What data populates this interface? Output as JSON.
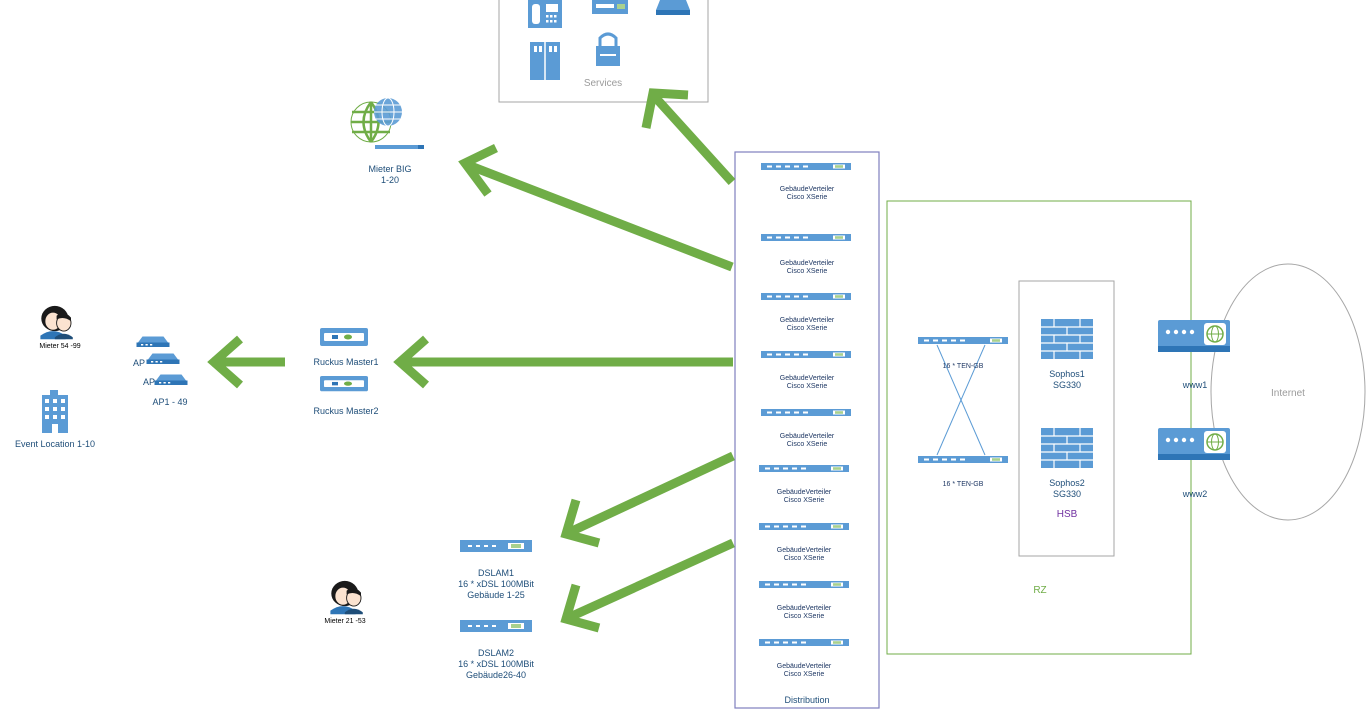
{
  "services": {
    "label": "Services"
  },
  "mieter_big": {
    "line1": "Mieter BIG",
    "line2": "1-20"
  },
  "mieter_54": {
    "label": "Mieter 54 -99"
  },
  "mieter_21": {
    "label": "Mieter 21 -53"
  },
  "event_location": {
    "label": "Event Location 1-10"
  },
  "aps": {
    "ap_a": "AP",
    "ap_b": "AP",
    "range": "AP1 - 49"
  },
  "ruckus": {
    "master1": "Ruckus Master1",
    "master2": "Ruckus Master2"
  },
  "dslam1": {
    "line1": "DSLAM1",
    "line2": "16 * xDSL 100MBit",
    "line3": "Gebäude 1-25"
  },
  "dslam2": {
    "line1": "DSLAM2",
    "line2": "16 * xDSL 100MBit",
    "line3": "Gebäude26-40"
  },
  "distribution": {
    "label": "Distribution",
    "switches": [
      {
        "line1": "GebäudeVerteiler",
        "line2": "Cisco XSerie"
      },
      {
        "line1": "GebäudeVerteiler",
        "line2": "Cisco XSerie"
      },
      {
        "line1": "GebäudeVerteiler",
        "line2": "Cisco XSerie"
      },
      {
        "line1": "GebäudeVerteiler",
        "line2": "Cisco XSerie"
      },
      {
        "line1": "GebäudeVerteiler",
        "line2": "Cisco XSerie"
      },
      {
        "line1": "GebäudeVerteiler",
        "line2": "Cisco XSerie"
      },
      {
        "line1": "GebäudeVerteiler",
        "line2": "Cisco XSerie"
      },
      {
        "line1": "GebäudeVerteiler",
        "line2": "Cisco XSerie"
      },
      {
        "line1": "GebäudeVerteiler",
        "line2": "Cisco XSerie"
      }
    ]
  },
  "rz": {
    "label": "RZ",
    "core1": "16 * TEN-GB",
    "core2": "16 * TEN-GB",
    "sophos1": {
      "line1": "Sophos1",
      "line2": "SG330"
    },
    "sophos2": {
      "line1": "Sophos2",
      "line2": "SG330"
    },
    "hsb": "HSB",
    "www1": "www1",
    "www2": "www2"
  },
  "internet": {
    "label": "Internet"
  },
  "colors": {
    "arrow": "#70ad47",
    "device": "#5b9bd5",
    "device_dark": "#2e75b6",
    "distribution_border": "#7f7fbf",
    "rz_border": "#70ad47",
    "services_border": "#a6a6a6"
  }
}
